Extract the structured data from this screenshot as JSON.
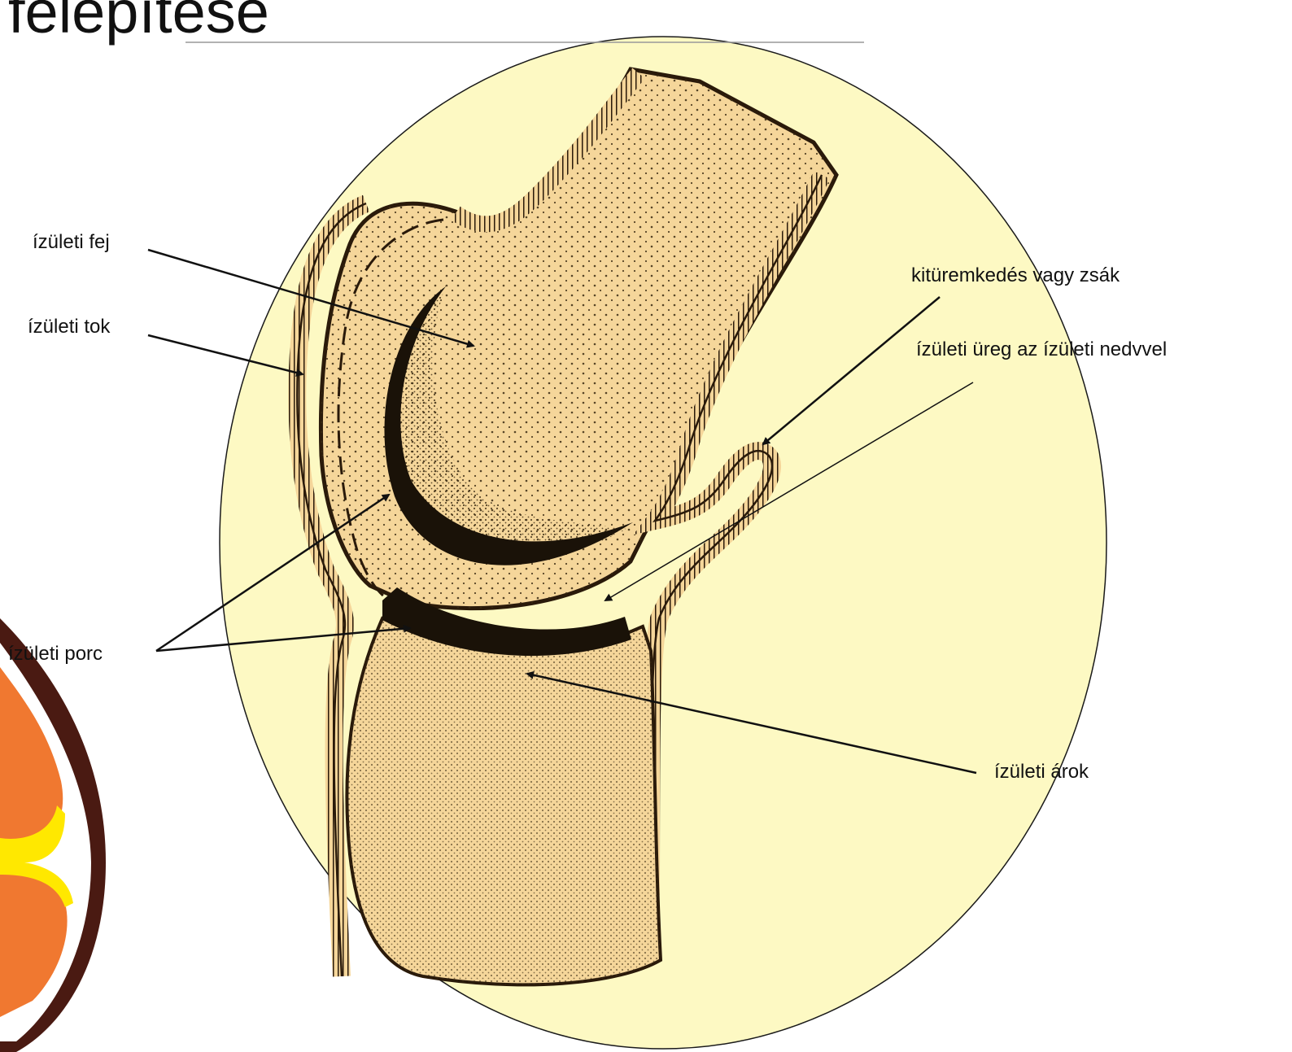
{
  "title": "felépítése",
  "labels": {
    "head": "ízületi fej",
    "capsule": "ízületi tok",
    "cartilage": "ízületi porc",
    "bursa": "kitüremkedés vagy zsák",
    "cavity": "ízületi üreg az ízületi nedvvel",
    "socket": "ízületi árok"
  },
  "colors": {
    "oval_fill": "#fdf9c3",
    "tissue_fill": "#f5d69a",
    "outline": "#2a1a0a",
    "cartilage": "#1a1208",
    "logo_bone": "#f07830",
    "logo_yellow": "#ffe800",
    "logo_ring": "#4a1a12"
  }
}
